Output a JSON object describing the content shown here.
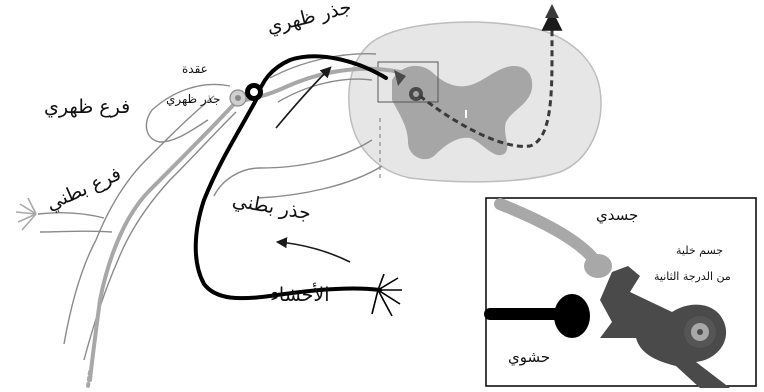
{
  "labels": {
    "dorsal_root": "جذر ظهري",
    "ganglion_line1": "عقدة",
    "ganglion_line2": "جذر ظهري",
    "dorsal_branch": "فرع ظهري",
    "ventral_branch": "فرع بطني",
    "ventral_root": "جذر بطني",
    "viscera": "الأحشاء",
    "somatic": "جسدي",
    "cell_body_line1": "جسم خلية",
    "cell_body_line2": "من الدرجة الثانية",
    "visceral": "حشوي"
  },
  "colors": {
    "gray_matter": "#a6a6a6",
    "white_matter": "#e6e6e6",
    "nerve_outline": "#8a8a8a",
    "visceral_fiber": "#000000",
    "somatic_fiber": "#a8a8a8",
    "second_order_neuron": "#4a4a4a",
    "ascending_tract": "#3a3a3a"
  },
  "icons": [
    "arrow-up-icon",
    "flow-arrow-icon",
    "synapse-icon"
  ]
}
